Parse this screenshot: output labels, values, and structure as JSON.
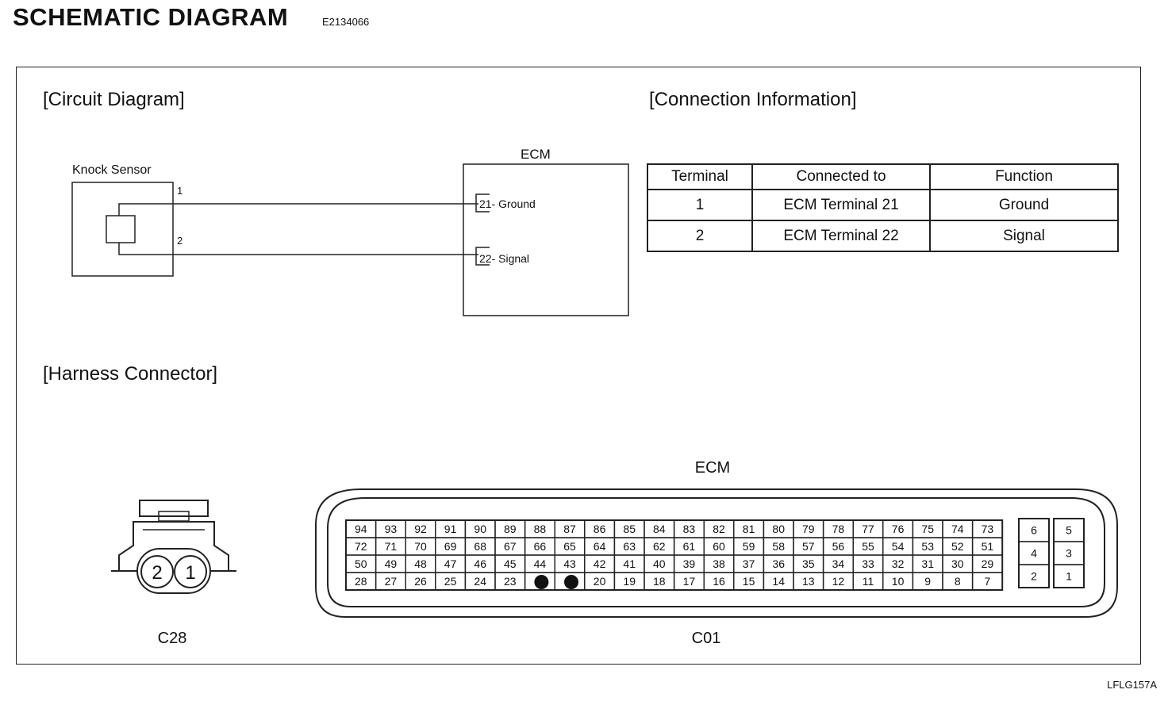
{
  "header": {
    "title": "SCHEMATIC DIAGRAM",
    "doc_id": "E2134066"
  },
  "sections": {
    "circuit": "[Circuit Diagram]",
    "connection": "[Connection Information]",
    "harness": "[Harness Connector]"
  },
  "circuit": {
    "sensor_label": "Knock Sensor",
    "sensor_pin1": "1",
    "sensor_pin2": "2",
    "ecm_label": "ECM",
    "ecm_pin_ground": "21- Ground",
    "ecm_pin_signal": "22- Signal"
  },
  "connection_table": {
    "headers": [
      "Terminal",
      "Connected to",
      "Function"
    ],
    "rows": [
      [
        "1",
        "ECM Terminal 21",
        "Ground"
      ],
      [
        "2",
        "ECM Terminal 22",
        "Signal"
      ]
    ]
  },
  "harness": {
    "c28": {
      "name": "C28",
      "pins": [
        "2",
        "1"
      ]
    },
    "ecm": {
      "title": "ECM",
      "name": "C01",
      "main_rows": [
        [
          "94",
          "93",
          "92",
          "91",
          "90",
          "89",
          "88",
          "87",
          "86",
          "85",
          "84",
          "83",
          "82",
          "81",
          "80",
          "79",
          "78",
          "77",
          "76",
          "75",
          "74",
          "73"
        ],
        [
          "72",
          "71",
          "70",
          "69",
          "68",
          "67",
          "66",
          "65",
          "64",
          "63",
          "62",
          "61",
          "60",
          "59",
          "58",
          "57",
          "56",
          "55",
          "54",
          "53",
          "52",
          "51"
        ],
        [
          "50",
          "49",
          "48",
          "47",
          "46",
          "45",
          "44",
          "43",
          "42",
          "41",
          "40",
          "39",
          "38",
          "37",
          "36",
          "35",
          "34",
          "33",
          "32",
          "31",
          "30",
          "29"
        ],
        [
          "28",
          "27",
          "26",
          "25",
          "24",
          "23",
          "",
          "",
          "20",
          "19",
          "18",
          "17",
          "16",
          "15",
          "14",
          "13",
          "12",
          "11",
          "10",
          "9",
          "8",
          "7"
        ]
      ],
      "marked_pins": [
        "22",
        "21"
      ],
      "side_left": [
        "6",
        "4",
        "2"
      ],
      "side_right": [
        "5",
        "3",
        "1"
      ]
    }
  },
  "footer_code": "LFLG157A"
}
